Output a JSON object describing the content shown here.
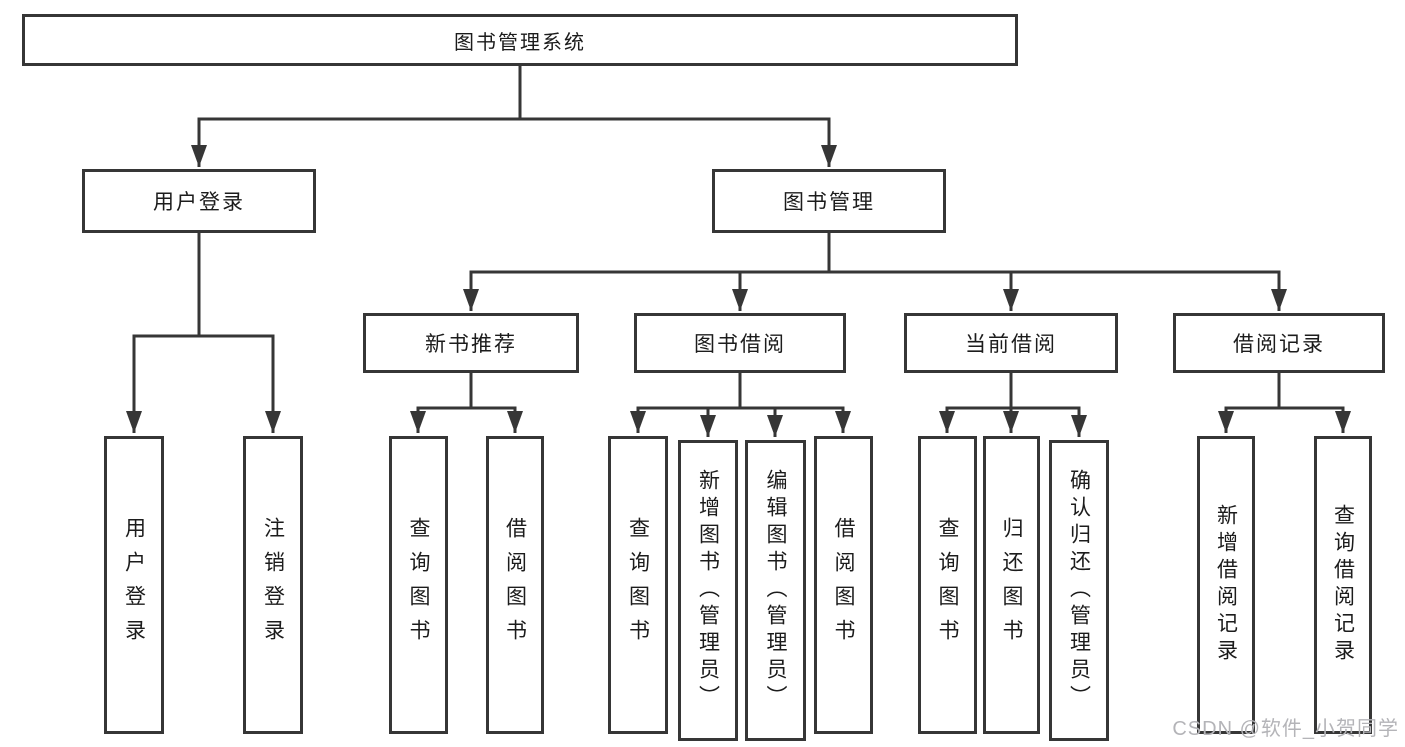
{
  "diagram_type": "functional-module-tree",
  "colors": {
    "line": "#363636",
    "box_border": "#363636",
    "text": "#1c1c1c",
    "background": "#ffffff",
    "watermark": "#b4b4b8"
  },
  "watermark": "CSDN @软件_小贺同学",
  "tree": {
    "root": {
      "label": "图书管理系统",
      "children": [
        {
          "label": "用户登录",
          "children": [
            {
              "label": "用户登录"
            },
            {
              "label": "注销登录"
            }
          ]
        },
        {
          "label": "图书管理",
          "children": [
            {
              "label": "新书推荐",
              "children": [
                {
                  "label": "查询图书"
                },
                {
                  "label": "借阅图书"
                }
              ]
            },
            {
              "label": "图书借阅",
              "children": [
                {
                  "label": "查询图书"
                },
                {
                  "label": "新增图书（管理员）"
                },
                {
                  "label": "编辑图书（管理员）"
                },
                {
                  "label": "借阅图书"
                }
              ]
            },
            {
              "label": "当前借阅",
              "children": [
                {
                  "label": "查询图书"
                },
                {
                  "label": "归还图书"
                },
                {
                  "label": "确认归还（管理员）"
                }
              ]
            },
            {
              "label": "借阅记录",
              "children": [
                {
                  "label": "新增借阅记录"
                },
                {
                  "label": "查询借阅记录"
                }
              ]
            }
          ]
        }
      ]
    }
  }
}
